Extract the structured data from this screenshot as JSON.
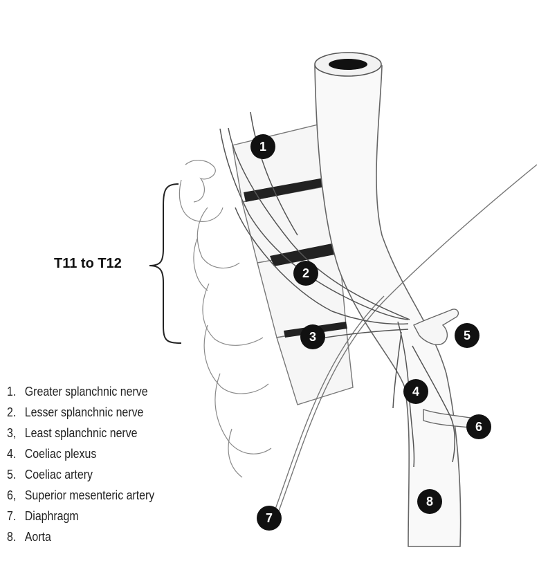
{
  "range_label": "T11 to T12",
  "markers": [
    {
      "id": "1",
      "label": "1"
    },
    {
      "id": "2",
      "label": "2"
    },
    {
      "id": "3",
      "label": "3"
    },
    {
      "id": "4",
      "label": "4"
    },
    {
      "id": "5",
      "label": "5"
    },
    {
      "id": "6",
      "label": "6"
    },
    {
      "id": "7",
      "label": "7"
    },
    {
      "id": "8",
      "label": "8"
    }
  ],
  "legend": [
    {
      "num": "1.",
      "text": "Greater splanchnic nerve"
    },
    {
      "num": "2.",
      "text": "Lesser splanchnic nerve"
    },
    {
      "num": "3,",
      "text": "Least splanchnic nerve"
    },
    {
      "num": "4.",
      "text": "Coeliac plexus"
    },
    {
      "num": "5.",
      "text": "Coeliac artery"
    },
    {
      "num": "6,",
      "text": "Superior mesenteric artery"
    },
    {
      "num": "7.",
      "text": "Diaphragm"
    },
    {
      "num": "8.",
      "text": "Aorta"
    }
  ]
}
